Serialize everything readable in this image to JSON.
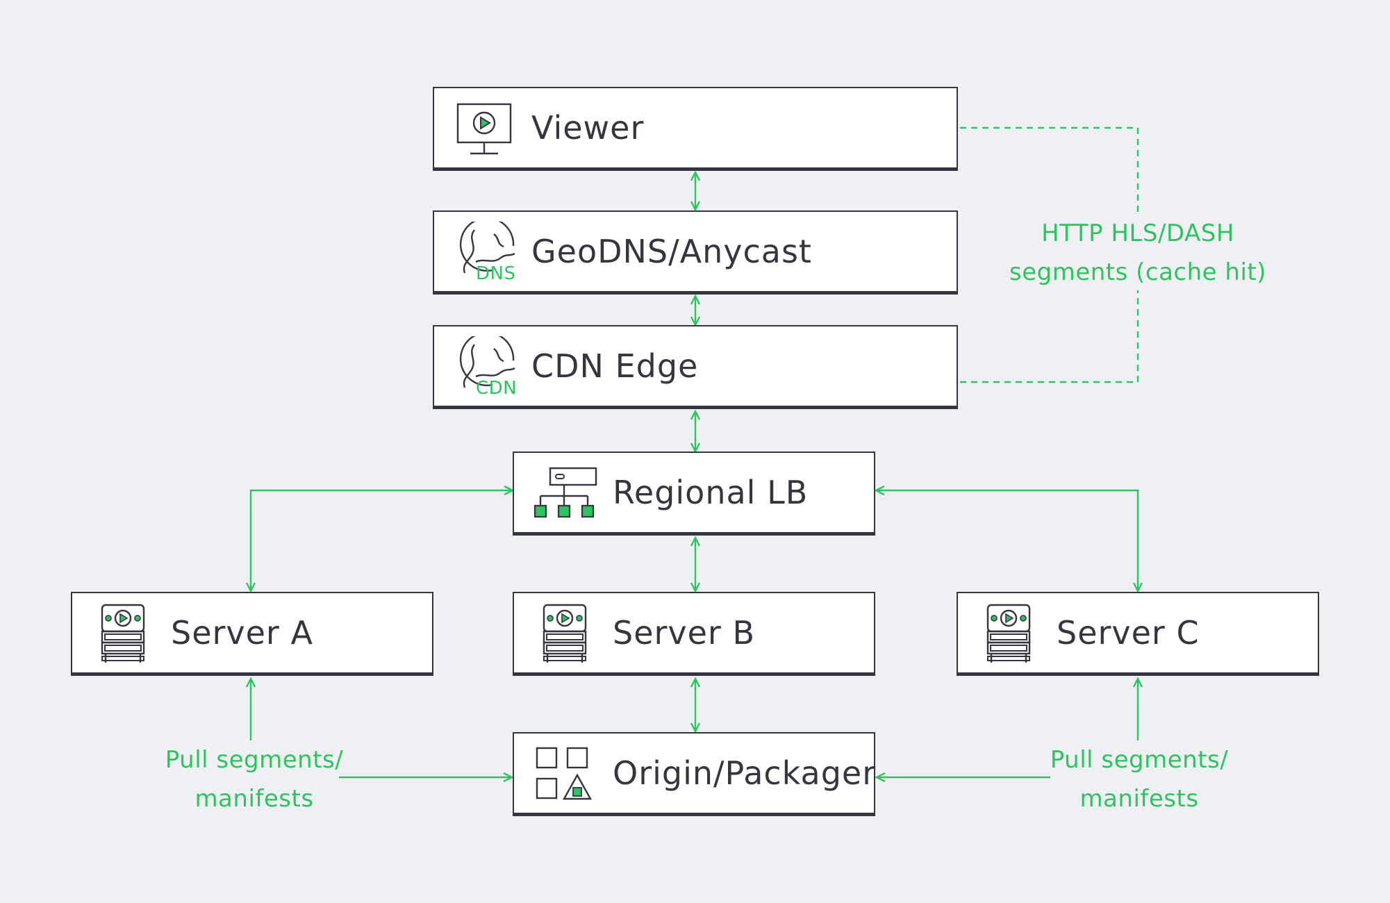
{
  "nodes": {
    "viewer": {
      "label": "Viewer",
      "icon": "monitor-play-icon"
    },
    "geodns": {
      "label": "GeoDNS/Anycast",
      "icon": "globe-icon",
      "badge": "DNS"
    },
    "cdn": {
      "label": "CDN Edge",
      "icon": "globe-icon",
      "badge": "CDN"
    },
    "lb": {
      "label": "Regional LB",
      "icon": "load-balancer-icon"
    },
    "server_a": {
      "label": "Server A",
      "icon": "media-server-icon"
    },
    "server_b": {
      "label": "Server B",
      "icon": "media-server-icon"
    },
    "server_c": {
      "label": "Server C",
      "icon": "media-server-icon"
    },
    "origin": {
      "label": "Origin/Packager",
      "icon": "shapes-icon"
    }
  },
  "notes": {
    "cache_hit": {
      "line1": "HTTP HLS/DASH",
      "line2": "segments (cache hit)"
    },
    "pull_left": {
      "line1": "Pull segments/",
      "line2": "manifests"
    },
    "pull_right": {
      "line1": "Pull segments/",
      "line2": "manifests"
    }
  },
  "colors": {
    "background": "#eff0f3",
    "box_fill": "#ffffff",
    "box_border": "#33363f",
    "text": "#33363f",
    "accent": "#2fc35f"
  }
}
